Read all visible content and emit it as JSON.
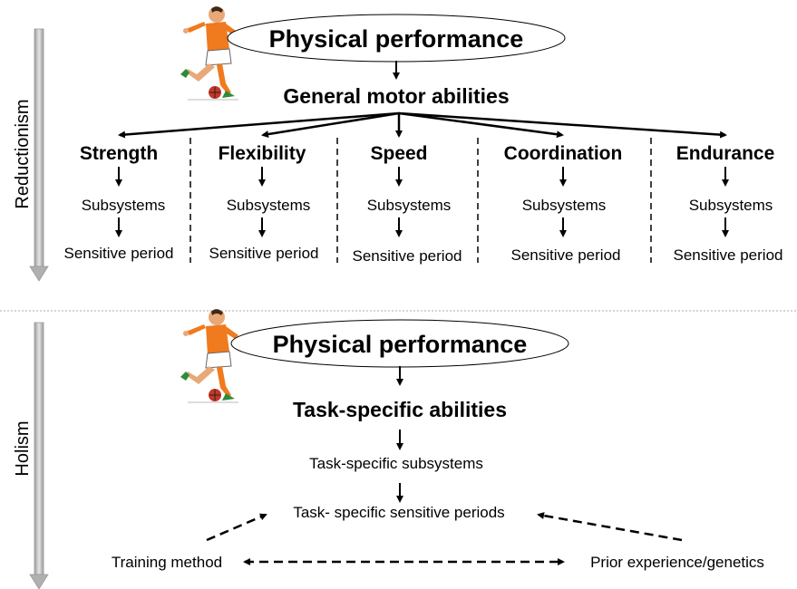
{
  "top_section": {
    "side_label": "Reductionism",
    "performance": "Physical performance",
    "abilities": "General motor abilities",
    "categories": [
      {
        "name": "Strength",
        "subsystems": "Subsystems",
        "sensitive": "Sensitive period"
      },
      {
        "name": "Flexibility",
        "subsystems": "Subsystems",
        "sensitive": "Sensitive period"
      },
      {
        "name": "Speed",
        "subsystems": "Subsystems",
        "sensitive": "Sensitive period"
      },
      {
        "name": "Coordination",
        "subsystems": "Subsystems",
        "sensitive": "Sensitive period"
      },
      {
        "name": "Endurance",
        "subsystems": "Subsystems",
        "sensitive": "Sensitive period"
      }
    ]
  },
  "bottom_section": {
    "side_label": "Holism",
    "performance": "Physical performance",
    "abilities": "Task-specific abilities",
    "subsystems": "Task-specific subsystems",
    "sensitive": "Task- specific sensitive periods",
    "training": "Training method",
    "prior": "Prior experience/genetics"
  },
  "colors": {
    "arrow_bar": "#c8c8c8",
    "line": "#000000",
    "player_shirt": "#f07a1e",
    "player_skin": "#e9a878",
    "ball": "#c0392b",
    "divider": "#aaaaaa"
  },
  "icons": [
    "soccer-player-icon"
  ]
}
